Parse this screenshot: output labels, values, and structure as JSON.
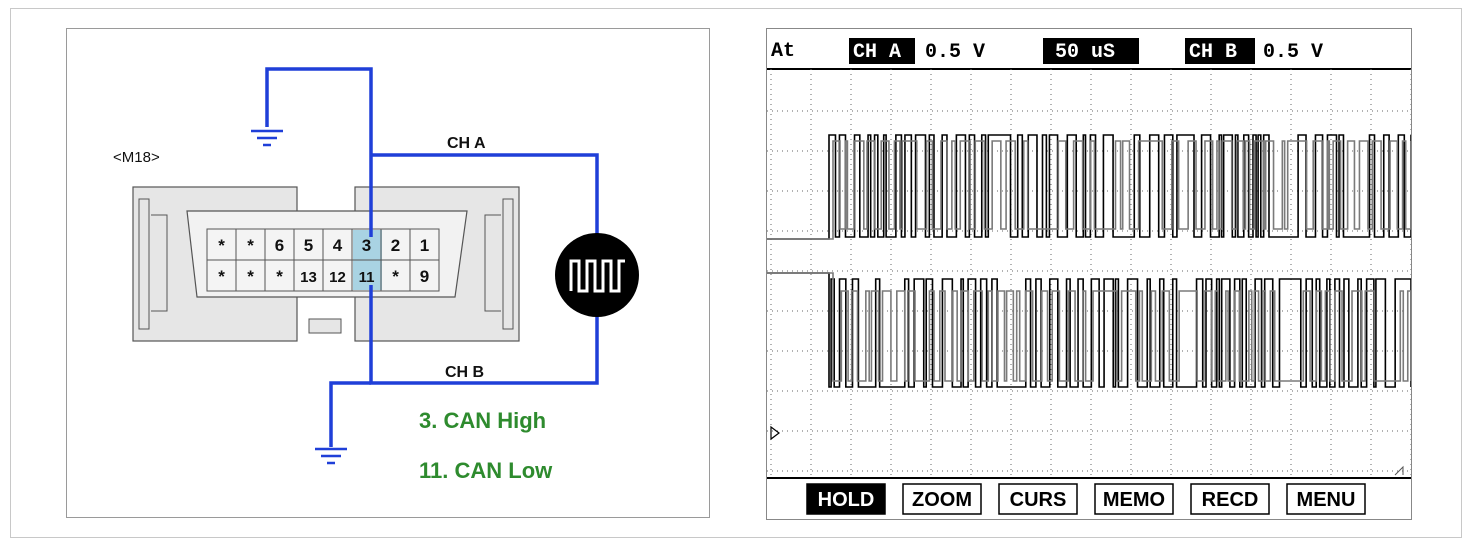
{
  "connector": {
    "label": "<M18>",
    "top_row": [
      "*",
      "*",
      "6",
      "5",
      "4",
      "3",
      "2",
      "1"
    ],
    "bottom_row": [
      "*",
      "*",
      "*",
      "13",
      "12",
      "11",
      "*",
      "9"
    ]
  },
  "wiring": {
    "ch_a_label": "CH A",
    "ch_b_label": "CH B",
    "legend_can_high": "3. CAN High",
    "legend_can_low": "11. CAN Low"
  },
  "colors": {
    "wire": "#1f3fd8",
    "legend_text": "#2e8b2e",
    "highlight_pin": "#a9d3e3"
  },
  "scope": {
    "mode_label": "At",
    "ch_a_tag": "CH A",
    "ch_a_scale": "0.5 V",
    "timebase": "50 uS",
    "ch_b_tag": "CH B",
    "ch_b_scale": "0.5 V",
    "buttons": [
      "HOLD",
      "ZOOM",
      "CURS",
      "MEMO",
      "RECD",
      "MENU"
    ]
  }
}
